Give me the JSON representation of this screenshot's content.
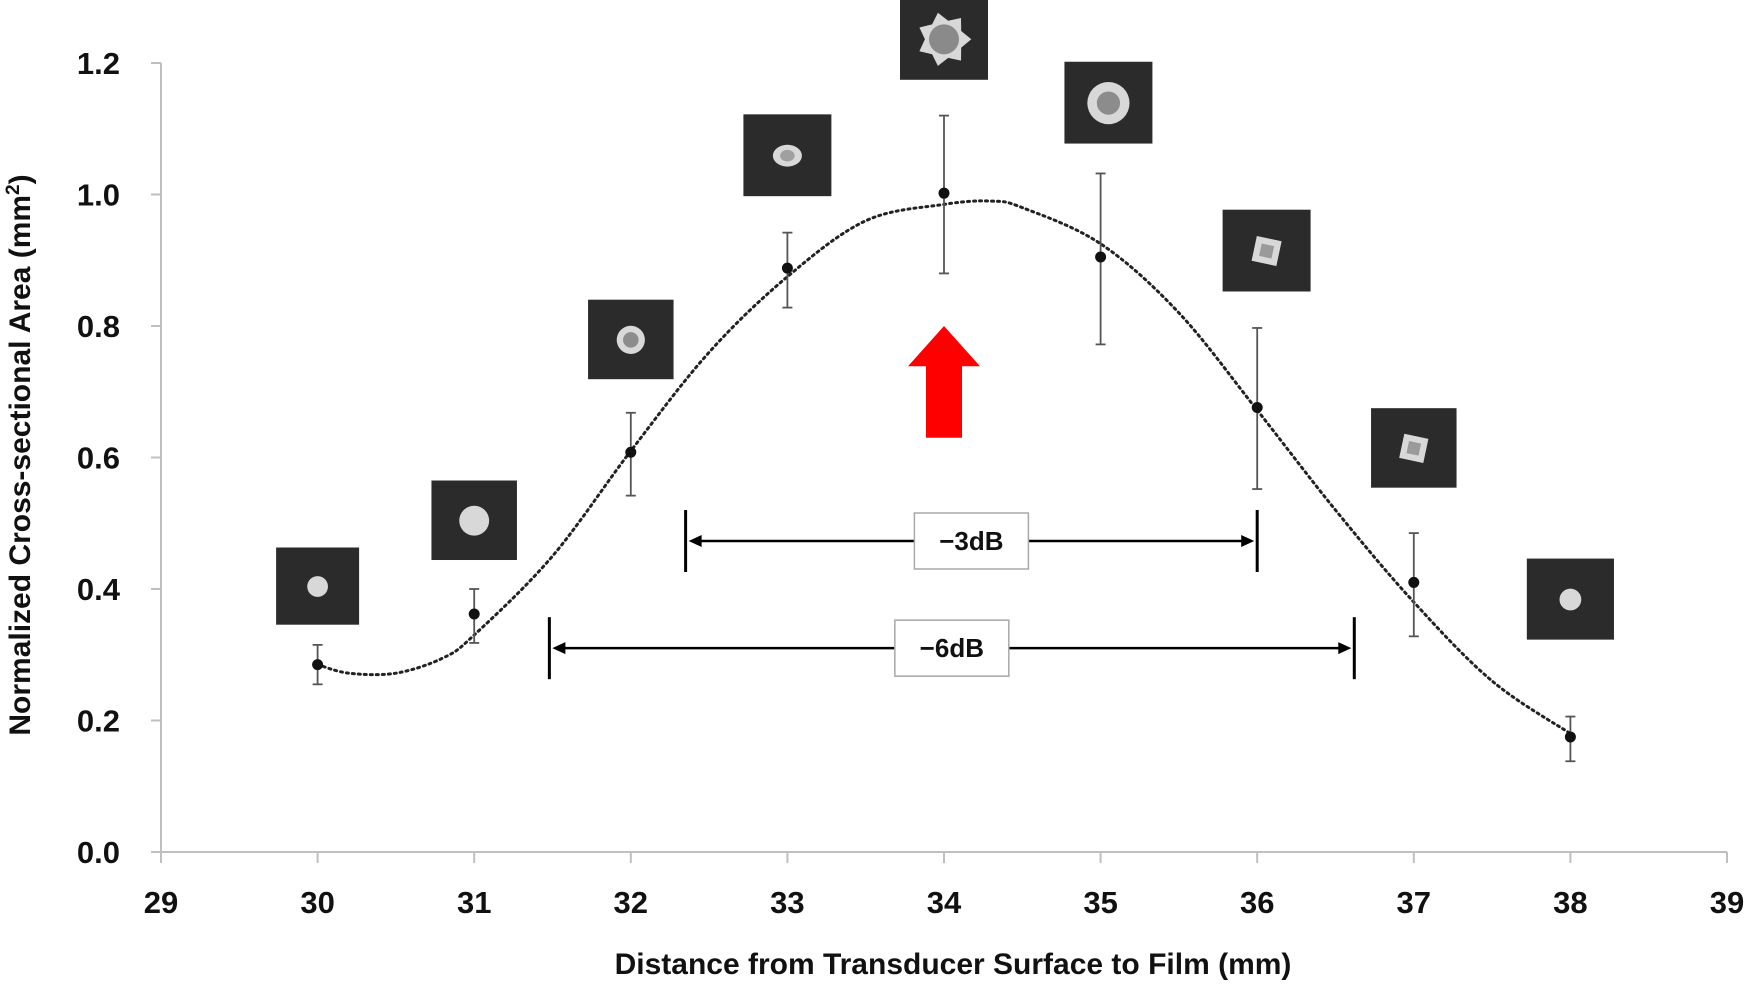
{
  "chart_data": {
    "type": "scatter",
    "xlabel": "Distance from Transducer Surface to Film (mm)",
    "ylabel_main": "Normalized Cross-sectional Area (mm",
    "ylabel_sup": "2",
    "ylabel_end": ")",
    "xlim": [
      29,
      39
    ],
    "ylim": [
      0.0,
      1.2
    ],
    "x_ticks": [
      29,
      30,
      31,
      32,
      33,
      34,
      35,
      36,
      37,
      38,
      39
    ],
    "y_ticks": [
      "0.0",
      "0.2",
      "0.4",
      "0.6",
      "0.8",
      "1.0",
      "1.2"
    ],
    "grid": false,
    "points": [
      {
        "x": 30,
        "y": 0.285,
        "err_low": 0.255,
        "err_high": 0.315
      },
      {
        "x": 31,
        "y": 0.362,
        "err_low": 0.318,
        "err_high": 0.4
      },
      {
        "x": 32,
        "y": 0.608,
        "err_low": 0.542,
        "err_high": 0.668
      },
      {
        "x": 33,
        "y": 0.888,
        "err_low": 0.828,
        "err_high": 0.942
      },
      {
        "x": 34,
        "y": 1.002,
        "err_low": 0.88,
        "err_high": 1.12
      },
      {
        "x": 35,
        "y": 0.905,
        "err_low": 0.772,
        "err_high": 1.032
      },
      {
        "x": 36,
        "y": 0.676,
        "err_low": 0.552,
        "err_high": 0.797
      },
      {
        "x": 37,
        "y": 0.41,
        "err_low": 0.328,
        "err_high": 0.485
      },
      {
        "x": 38,
        "y": 0.175,
        "err_low": 0.138,
        "err_high": 0.206
      }
    ],
    "trendline": {
      "style": "dotted",
      "x": [
        30.0,
        30.2,
        30.5,
        30.8,
        31.0,
        31.5,
        32.0,
        32.5,
        33.0,
        33.5,
        34.0,
        34.3,
        34.5,
        35.0,
        35.5,
        36.0,
        36.5,
        37.0,
        37.5,
        38.0
      ],
      "y": [
        0.285,
        0.272,
        0.272,
        0.295,
        0.33,
        0.45,
        0.61,
        0.76,
        0.875,
        0.96,
        0.985,
        0.99,
        0.98,
        0.925,
        0.82,
        0.672,
        0.52,
        0.38,
        0.26,
        0.18
      ]
    },
    "ranges": [
      {
        "label": "−3dB",
        "x_start": 32.35,
        "x_end": 36.0,
        "y": 0.473
      },
      {
        "label": "−6dB",
        "x_start": 31.48,
        "x_end": 36.62,
        "y": 0.31
      }
    ],
    "marker": {
      "type": "arrow-up",
      "color": "#ff0000",
      "x": 34.0,
      "y_base": 0.63,
      "y_tip": 0.8
    },
    "insets": [
      {
        "x": 30.0,
        "y_center": 0.4,
        "scale": 1.0,
        "spot": 0.25,
        "shape": "blob"
      },
      {
        "x": 31.0,
        "y_center": 0.5,
        "scale": 1.03,
        "spot": 0.35,
        "shape": "blob"
      },
      {
        "x": 32.0,
        "y_center": 0.775,
        "scale": 1.03,
        "spot": 0.33,
        "shape": "ring"
      },
      {
        "x": 33.0,
        "y_center": 1.055,
        "scale": 1.06,
        "spot": 0.33,
        "shape": "ellipse"
      },
      {
        "x": 34.0,
        "y_center": 1.232,
        "scale": 1.06,
        "spot": 0.62,
        "shape": "star"
      },
      {
        "x": 35.05,
        "y_center": 1.135,
        "scale": 1.06,
        "spot": 0.48,
        "shape": "ring"
      },
      {
        "x": 36.06,
        "y_center": 0.91,
        "scale": 1.06,
        "spot": 0.36,
        "shape": "square"
      },
      {
        "x": 37.0,
        "y_center": 0.61,
        "scale": 1.03,
        "spot": 0.36,
        "shape": "square"
      },
      {
        "x": 38.0,
        "y_center": 0.38,
        "scale": 1.05,
        "spot": 0.25,
        "shape": "blob"
      }
    ],
    "colors": {
      "axis": "#bfbfbf",
      "points": "#111111",
      "errorbars": "#555555",
      "trendline": "#222222",
      "range_lines": "#000000",
      "inset_bg": "#2b2b2b",
      "inset_spot": "#d8d8d8"
    }
  }
}
